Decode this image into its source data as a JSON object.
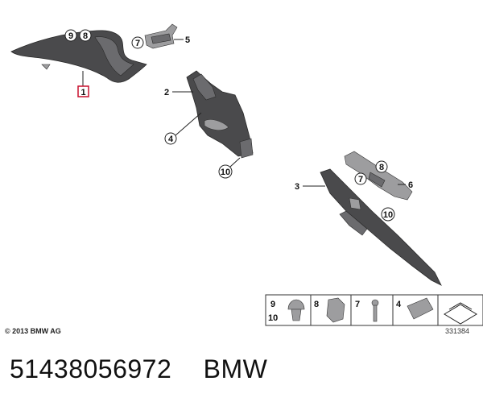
{
  "callouts": {
    "c1": "1",
    "c2": "2",
    "c3": "3",
    "c4a": "4",
    "c5": "5",
    "c6": "6",
    "c7a": "7",
    "c7b": "7",
    "c8a": "8",
    "c8b": "8",
    "c9": "9",
    "c10a": "10",
    "c10b": "10"
  },
  "legend": {
    "cell1_top": "9",
    "cell1_bottom": "10",
    "cell2": "8",
    "cell3": "7",
    "cell4": "4",
    "diagram_number": "331384"
  },
  "copyright": "© 2013 BMW AG",
  "part_number": "51438056972",
  "brand": "BMW",
  "colors": {
    "highlight": "#c8102e",
    "part_dark": "#4a4a4c"
  }
}
